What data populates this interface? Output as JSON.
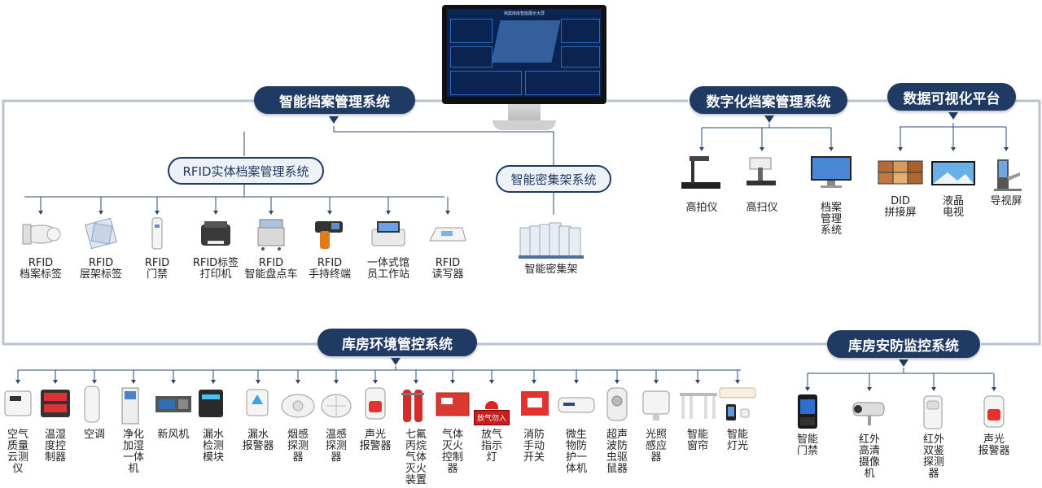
{
  "main_systems": {
    "archive": "智能档案管理系统",
    "digital": "数字化档案管理系统",
    "visual": "数据可视化平台",
    "environment": "库房环境管控系统",
    "security": "库房安防监控系统"
  },
  "sub_systems": {
    "rfid": "RFID实体档案管理系统",
    "shelf": "智能密集架系统"
  },
  "monitor": {
    "title": "档案库房智能展示大屏"
  },
  "rfid_items": [
    {
      "lines": [
        "RFID",
        "档案标签"
      ],
      "icon": "tag-roll-icon"
    },
    {
      "lines": [
        "RFID",
        "层架标签"
      ],
      "icon": "shelf-tag-icon"
    },
    {
      "lines": [
        "RFID",
        "门禁"
      ],
      "icon": "gate-icon"
    },
    {
      "lines": [
        "RFID标签",
        "打印机"
      ],
      "icon": "printer-icon"
    },
    {
      "lines": [
        "RFID",
        "智能盘点车"
      ],
      "icon": "cart-icon"
    },
    {
      "lines": [
        "RFID",
        "手持终端"
      ],
      "icon": "handheld-icon"
    },
    {
      "lines": [
        "一体式馆",
        "员工作站"
      ],
      "icon": "workstation-icon"
    },
    {
      "lines": [
        "RFID",
        "读写器"
      ],
      "icon": "reader-icon"
    }
  ],
  "shelf_items": [
    {
      "lines": [
        "智能密集架"
      ],
      "icon": "dense-shelf-icon"
    }
  ],
  "digital_items": [
    {
      "lines": [
        "高拍仪"
      ],
      "icon": "document-camera-icon"
    },
    {
      "lines": [
        "高扫仪"
      ],
      "icon": "scanner-icon"
    },
    {
      "lines": [
        "档案",
        "管理",
        "系统"
      ],
      "icon": "monitor-icon"
    }
  ],
  "visual_items": [
    {
      "lines": [
        "DID",
        "拼接屏"
      ],
      "icon": "video-wall-icon"
    },
    {
      "lines": [
        "液晶",
        "电视"
      ],
      "icon": "tv-icon"
    },
    {
      "lines": [
        "导视屏"
      ],
      "icon": "kiosk-icon"
    }
  ],
  "env_items": [
    {
      "lines": [
        "空气",
        "质量",
        "云测",
        "仪"
      ],
      "icon": "air-quality-icon"
    },
    {
      "lines": [
        "温湿",
        "度控",
        "制器"
      ],
      "icon": "thermo-controller-icon"
    },
    {
      "lines": [
        "空调"
      ],
      "icon": "air-conditioner-icon"
    },
    {
      "lines": [
        "净化",
        "加湿",
        "一体",
        "机"
      ],
      "icon": "purifier-icon"
    },
    {
      "lines": [
        "新风机"
      ],
      "icon": "fresh-air-icon"
    },
    {
      "lines": [
        "漏水",
        "检测",
        "模块"
      ],
      "icon": "leak-module-icon"
    },
    {
      "lines": [
        "漏水",
        "报警器"
      ],
      "icon": "leak-alarm-icon"
    },
    {
      "lines": [
        "烟感",
        "探测",
        "器"
      ],
      "icon": "smoke-detector-icon"
    },
    {
      "lines": [
        "温感",
        "探测",
        "器"
      ],
      "icon": "heat-detector-icon"
    },
    {
      "lines": [
        "声光",
        "报警器"
      ],
      "icon": "siren-icon"
    },
    {
      "lines": [
        "七氟",
        "丙烷",
        "气体",
        "灭火",
        "装置"
      ],
      "icon": "gas-extinguisher-icon"
    },
    {
      "lines": [
        "气体",
        "灭火",
        "控制",
        "器"
      ],
      "icon": "extinguish-controller-icon"
    },
    {
      "lines": [
        "放气",
        "指示",
        "灯"
      ],
      "icon": "indicator-light-icon"
    },
    {
      "lines": [
        "消防",
        "手动",
        "开关"
      ],
      "icon": "manual-switch-icon"
    },
    {
      "lines": [
        "微生",
        "物防",
        "护一",
        "体机"
      ],
      "icon": "microbe-unit-icon"
    },
    {
      "lines": [
        "超声",
        "波防",
        "虫驱",
        "鼠器"
      ],
      "icon": "ultrasonic-icon"
    },
    {
      "lines": [
        "光照",
        "感应",
        "器"
      ],
      "icon": "light-sensor-icon"
    },
    {
      "lines": [
        "智能",
        "窗帘"
      ],
      "icon": "curtain-icon"
    },
    {
      "lines": [
        "智能",
        "灯光"
      ],
      "icon": "smart-light-icon"
    }
  ],
  "sec_items": [
    {
      "lines": [
        "智能",
        "门禁"
      ],
      "icon": "access-control-icon"
    },
    {
      "lines": [
        "红外",
        "高清",
        "摄像",
        "机"
      ],
      "icon": "camera-icon"
    },
    {
      "lines": [
        "红外",
        "双鉴",
        "探测",
        "器"
      ],
      "icon": "pir-detector-icon"
    },
    {
      "lines": [
        "声光",
        "报警器"
      ],
      "icon": "siren-icon"
    }
  ],
  "indicator_label": "放气勿入",
  "colors": {
    "navy": "#1f3a63",
    "frame": "#b8c2d1",
    "line": "#2d4a75"
  }
}
